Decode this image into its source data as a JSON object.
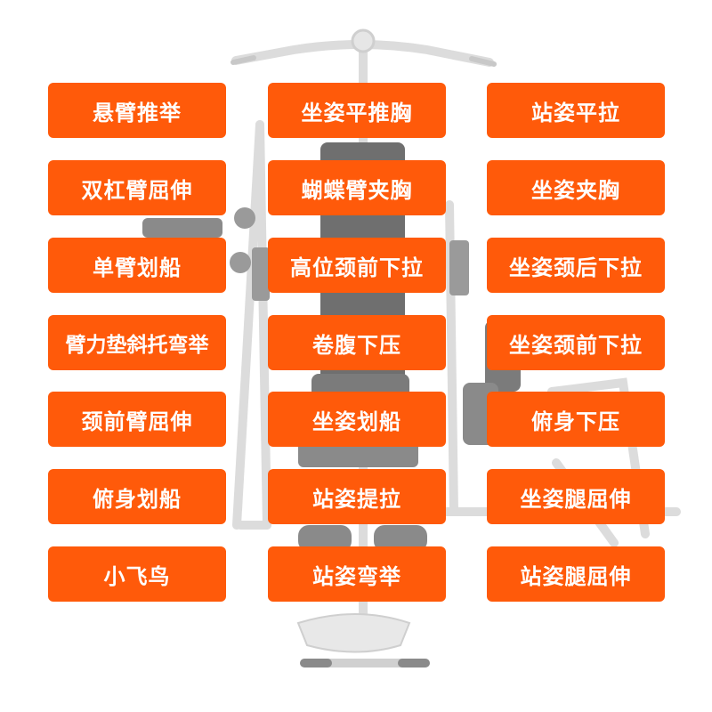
{
  "colors": {
    "label_bg": "#ff5a0a",
    "label_text": "#ffffff",
    "frame": "#f0f0f0",
    "pad": "#7a7a7a"
  },
  "exercises": {
    "col1": [
      "悬臂推举",
      "双杠臂屈伸",
      "单臂划船",
      "臂力垫斜托弯举",
      "颈前臂屈伸",
      "俯身划船",
      "小飞鸟"
    ],
    "col2": [
      "坐姿平推胸",
      "蝴蝶臂夹胸",
      "高位颈前下拉",
      "卷腹下压",
      "坐姿划船",
      "站姿提拉",
      "站姿弯举"
    ],
    "col3": [
      "站姿平拉",
      "坐姿夹胸",
      "坐姿颈后下拉",
      "坐姿颈前下拉",
      "俯身下压",
      "坐姿腿屈伸",
      "站姿腿屈伸"
    ]
  }
}
